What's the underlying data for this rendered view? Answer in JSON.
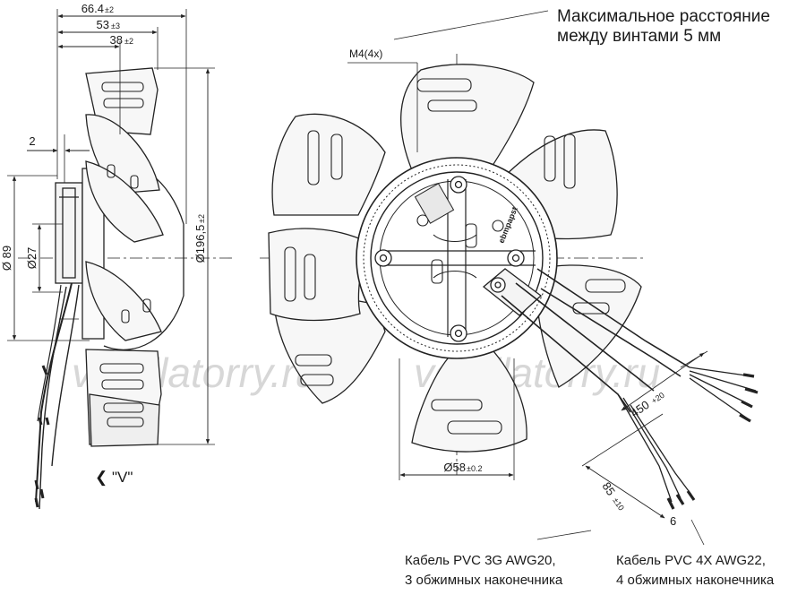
{
  "dimensions": {
    "overall_depth": "66.4",
    "overall_depth_tol": "±2",
    "depth_53": "53",
    "depth_53_tol": "±3",
    "depth_38": "38",
    "depth_38_tol": "±2",
    "offset_2": "2",
    "dia_89": "Ø 89",
    "dia_27": "Ø27",
    "dia_196": "Ø196,5",
    "dia_196_tol": "±2",
    "screw": "M4(4x)",
    "dia_58": "Ø58",
    "dia_58_tol": "±0.2",
    "cable_450": "450",
    "cable_450_tol": "+20",
    "strip_85": "85",
    "strip_85_tol": "±10",
    "strip_6": "6"
  },
  "labels": {
    "view_marker": "❮ \"V\"",
    "brand": "ebmpapst"
  },
  "notes": {
    "screw_note_line1": "Максимальное расстояние",
    "screw_note_line2": "между винтами 5 мм",
    "cable_3g_line1": "Кабель PVC 3G AWG20,",
    "cable_3g_line2": "3 обжимных наконечника",
    "cable_4x_line1": "Кабель PVC 4X AWG22,",
    "cable_4x_line2": "4 обжимных наконечника"
  },
  "watermark": {
    "left": "ventilatorry.ru",
    "right": "ventilatorry.ru"
  }
}
